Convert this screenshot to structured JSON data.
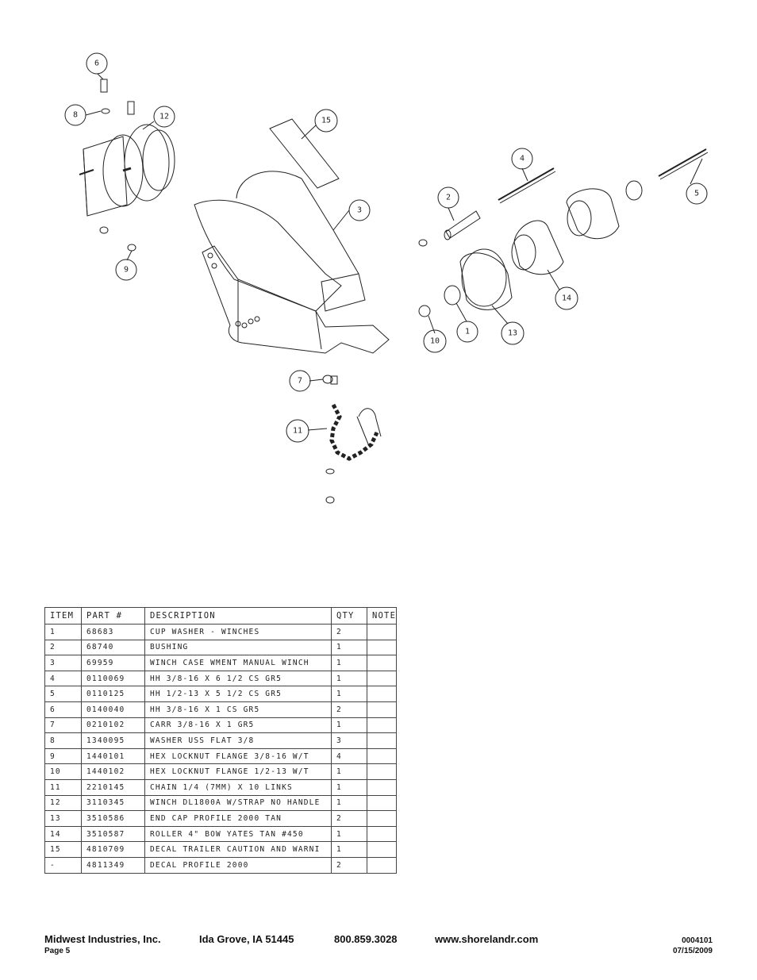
{
  "callouts": [
    "6",
    "8",
    "12",
    "15",
    "3",
    "4",
    "2",
    "5",
    "9",
    "14",
    "13",
    "1",
    "10",
    "7",
    "11"
  ],
  "table": {
    "headers": [
      "ITEM",
      "PART #",
      "DESCRIPTION",
      "QTY",
      "NOTE"
    ],
    "rows": [
      [
        "1",
        "68683",
        "CUP WASHER - WINCHES",
        "2",
        ""
      ],
      [
        "2",
        "68740",
        "BUSHING",
        "1",
        ""
      ],
      [
        "3",
        "69959",
        "WINCH CASE WMENT MANUAL WINCH",
        "1",
        ""
      ],
      [
        "4",
        "0110069",
        "HH 3/8-16 X 6 1/2 CS GR5",
        "1",
        ""
      ],
      [
        "5",
        "0110125",
        "HH 1/2-13 X 5 1/2 CS GR5",
        "1",
        ""
      ],
      [
        "6",
        "0140040",
        "HH 3/8-16 X 1 CS GR5",
        "2",
        ""
      ],
      [
        "7",
        "0210102",
        "CARR 3/8-16 X 1 GR5",
        "1",
        ""
      ],
      [
        "8",
        "1340095",
        "WASHER USS FLAT 3/8",
        "3",
        ""
      ],
      [
        "9",
        "1440101",
        "HEX LOCKNUT FLANGE 3/8-16 W/T",
        "4",
        ""
      ],
      [
        "10",
        "1440102",
        "HEX LOCKNUT FLANGE 1/2-13 W/T",
        "1",
        ""
      ],
      [
        "11",
        "2210145",
        "CHAIN 1/4 (7MM) X 10 LINKS",
        "1",
        ""
      ],
      [
        "12",
        "3110345",
        "WINCH DL1800A W/STRAP  NO HANDLE",
        "1",
        ""
      ],
      [
        "13",
        "3510586",
        "END CAP PROFILE 2000 TAN",
        "2",
        ""
      ],
      [
        "14",
        "3510587",
        "ROLLER 4\" BOW YATES TAN #450",
        "1",
        ""
      ],
      [
        "15",
        "4810709",
        "DECAL TRAILER CAUTION AND WARNI",
        "1",
        ""
      ],
      [
        "-",
        "4811349",
        "DECAL PROFILE 2000",
        "2",
        ""
      ]
    ]
  },
  "footer": {
    "company": "Midwest Industries, Inc.",
    "location": "Ida Grove, IA  51445",
    "phone": "800.859.3028",
    "website": "www.shorelandr.com",
    "doc_number": "0004101",
    "page": "Page 5",
    "date": "07/15/2009"
  }
}
